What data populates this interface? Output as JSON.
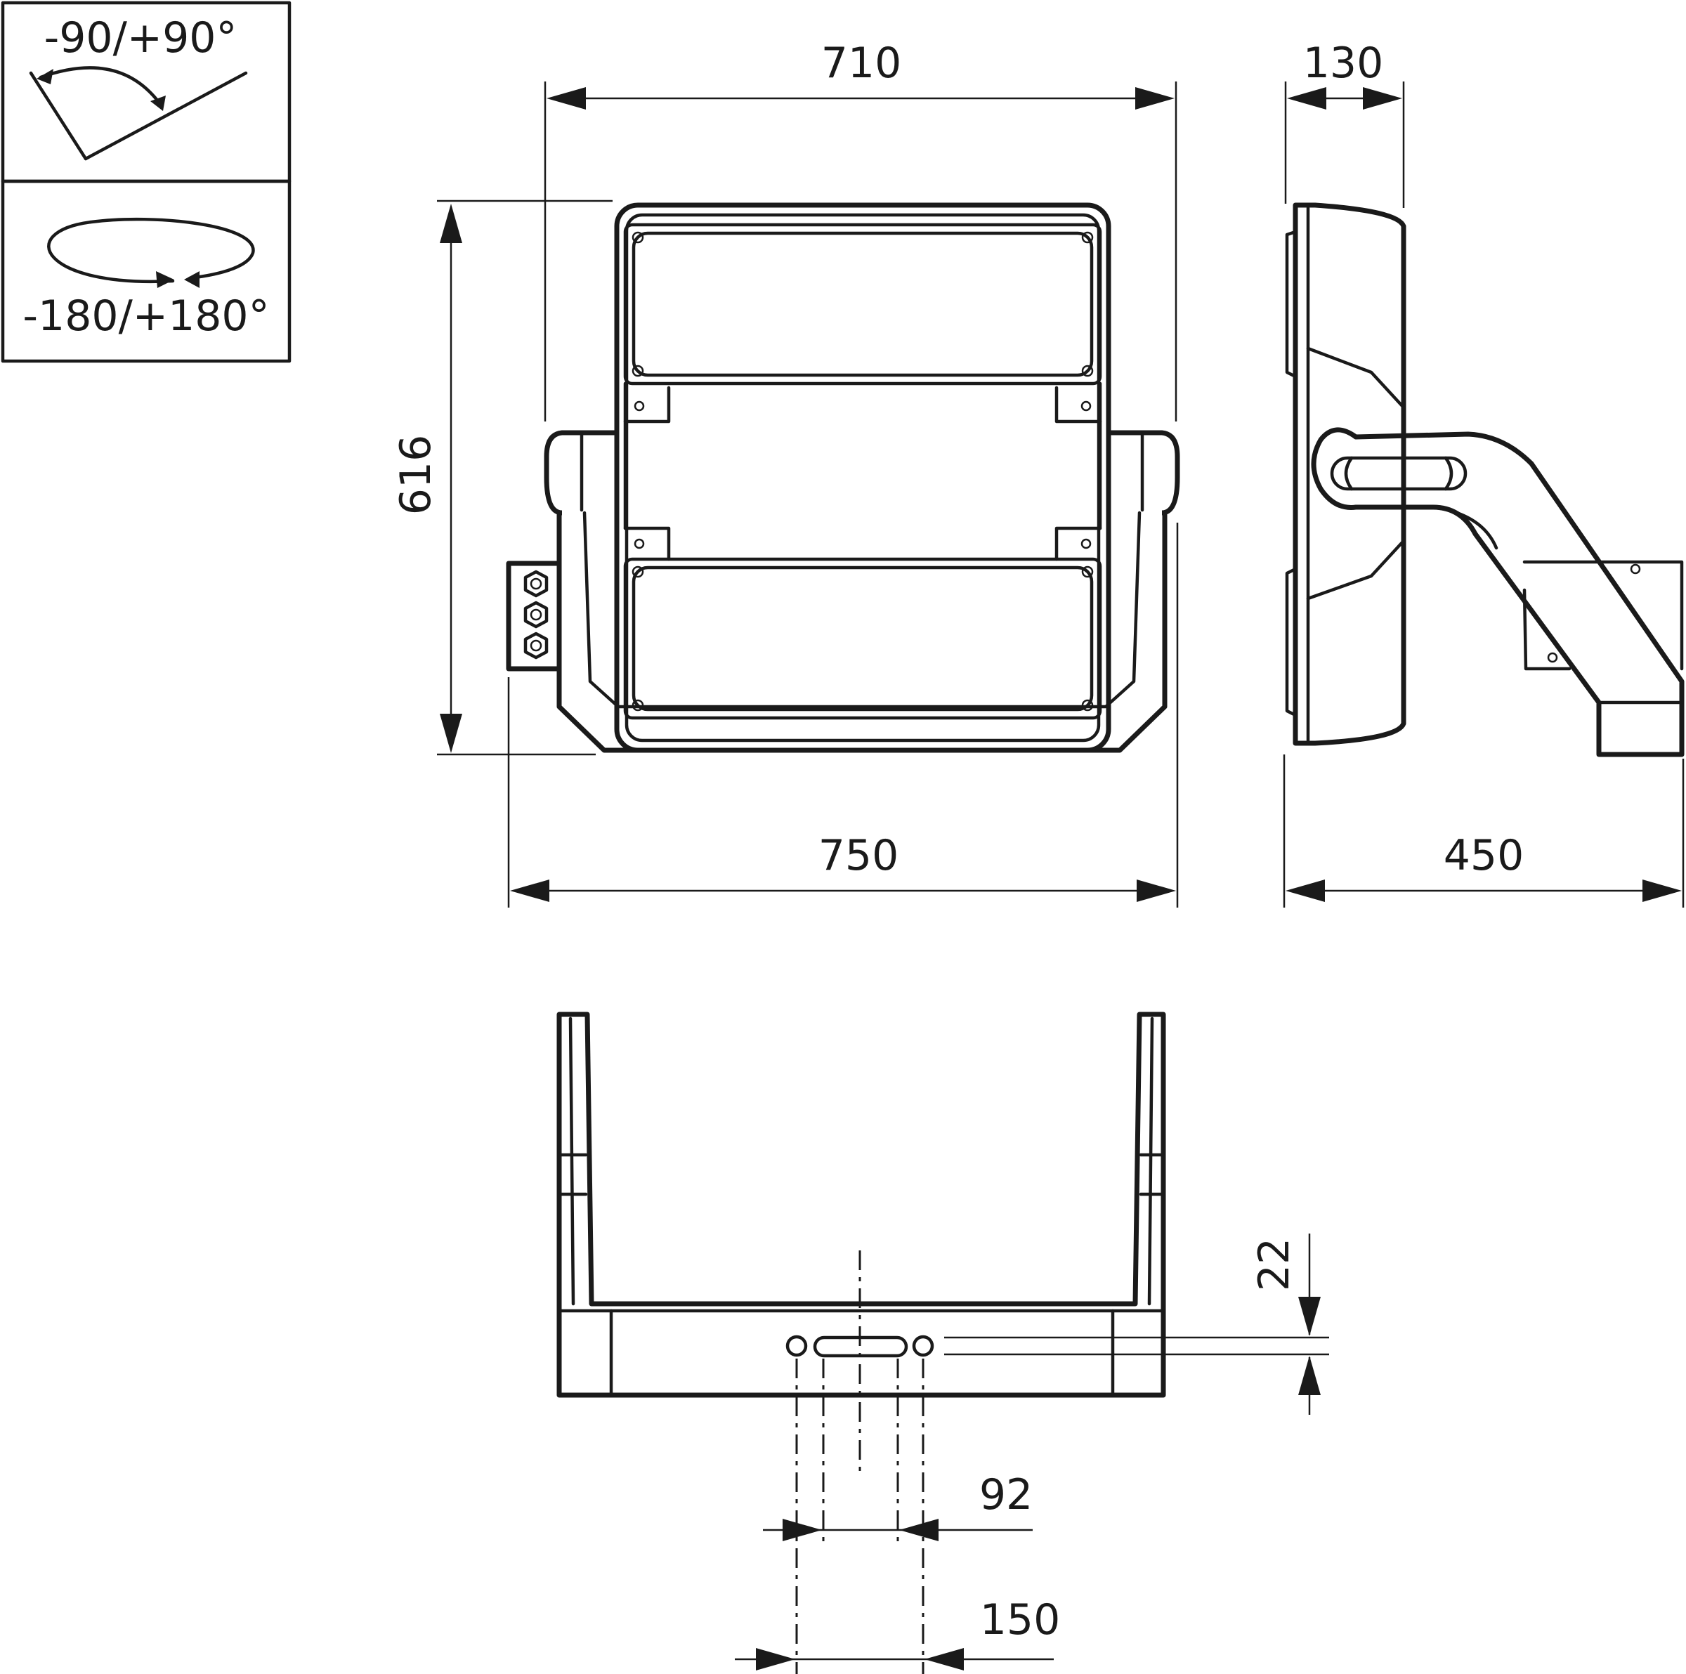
{
  "tilt_label": "-90/+90°",
  "rotation_label": "-180/+180°",
  "dimensions": {
    "front_width": "710",
    "front_height": "616",
    "overall_width": "750",
    "depth_top": "130",
    "depth_overall": "450",
    "slot_offset": "22",
    "slot_length": "92",
    "hole_spacing": "150"
  }
}
